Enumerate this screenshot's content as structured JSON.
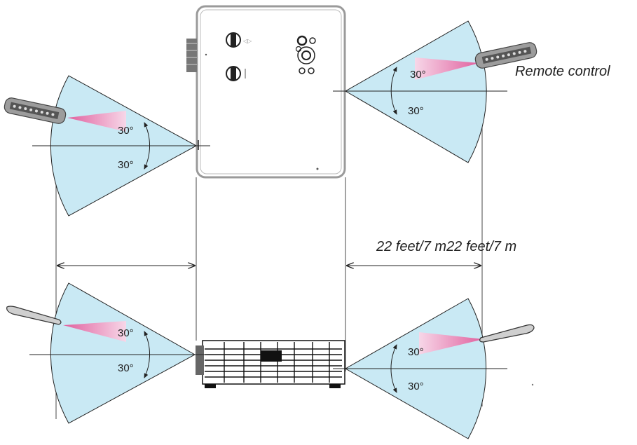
{
  "labels": {
    "remote_control": "Remote control",
    "distance_left": "22 feet/7 m",
    "distance_right": "22 feet/7 m"
  },
  "angles": {
    "top_left_upper": "30°",
    "top_left_lower": "30°",
    "top_right_upper": "30°",
    "top_right_lower": "30°",
    "bottom_left_upper": "30°",
    "bottom_left_lower": "30°",
    "bottom_right_upper": "30°",
    "bottom_right_lower": "30°"
  },
  "colors": {
    "reception_fan": "#c9e9f4",
    "beam_start": "#e0609e",
    "beam_end": "#f7d7e8",
    "projector_outline": "#9a9a9a"
  }
}
